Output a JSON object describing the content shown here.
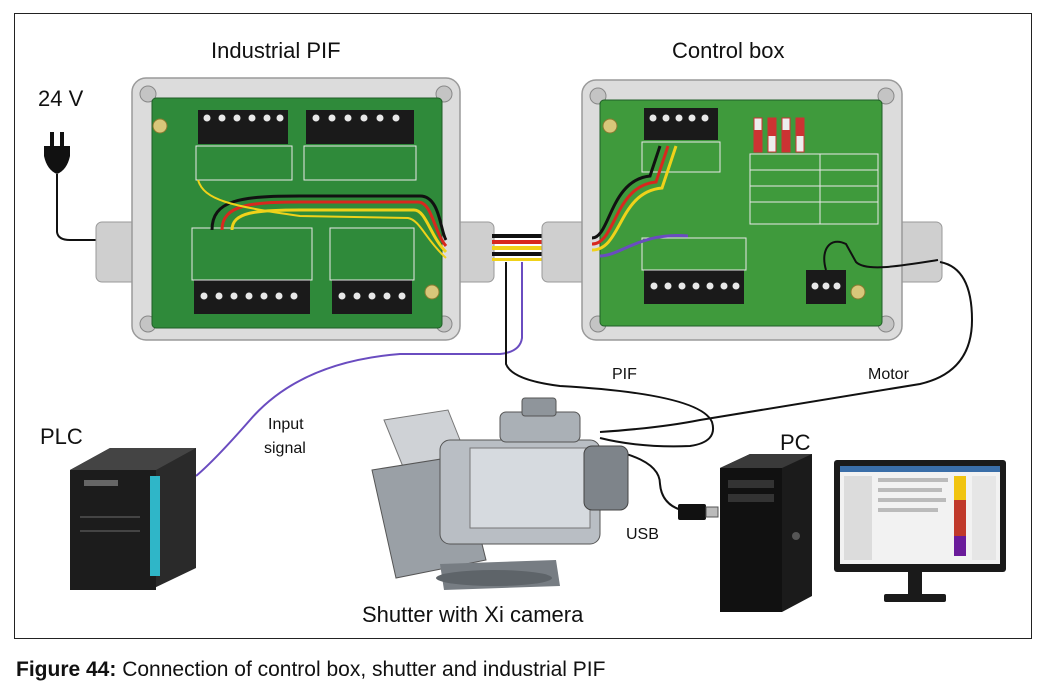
{
  "labels": {
    "industrial_pif": "Industrial PIF",
    "control_box": "Control box",
    "voltage": "24 V",
    "plc": "PLC",
    "input_signal_line1": "Input",
    "input_signal_line2": "signal",
    "pif": "PIF",
    "motor": "Motor",
    "pc": "PC",
    "usb": "USB",
    "shutter": "Shutter with Xi camera"
  },
  "caption": {
    "prefix": "Figure 44:",
    "text": " Connection of control box, shutter and industrial PIF"
  },
  "colors": {
    "pcb_green": "#2f8a3a",
    "enclosure_grey": "#d9d9d9",
    "wire_red": "#d8281e",
    "wire_yellow": "#f0d21a",
    "wire_purple": "#6a4cc0",
    "wire_black": "#111111",
    "plc_accent": "#2fb6c8"
  }
}
